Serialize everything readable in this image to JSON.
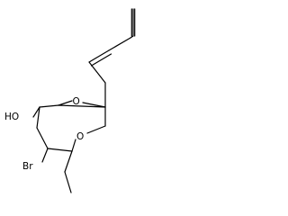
{
  "figure": {
    "atom_labels": {
      "oxygen_bridge": "O",
      "oxygen_ring": "O",
      "hydroxyl": "HO",
      "bromine": "Br"
    }
  }
}
